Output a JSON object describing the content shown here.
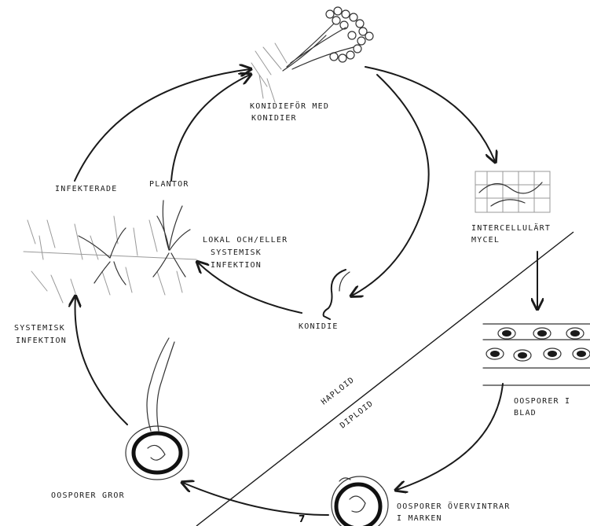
{
  "labels": {
    "konidiefor": [
      "KONIDIEFÖR MED",
      "KONIDIER"
    ],
    "intercellulart": [
      "INTERCELLULÄRT",
      "MYCEL"
    ],
    "infekterade_plantor": [
      "INFEKTERADE",
      "PLANTOR"
    ],
    "lokal_infektion": [
      "LOKAL OCH/ELLER",
      "SYSTEMISK",
      "INFEKTION"
    ],
    "systemisk_infektion": [
      "SYSTEMISK",
      "INFEKTION"
    ],
    "konidie": "KONIDIE",
    "haploid": "HAPLOID",
    "diploid": "DIPLOID",
    "oosporer_i_blad": [
      "OOSPORER I",
      "BLAD"
    ],
    "oosporer_gror": "OOSPORER GROR",
    "oosporer_overvintrar": [
      "OOSPORER ÖVERVINTRAR",
      "I MARKEN"
    ],
    "page_number": "7"
  }
}
